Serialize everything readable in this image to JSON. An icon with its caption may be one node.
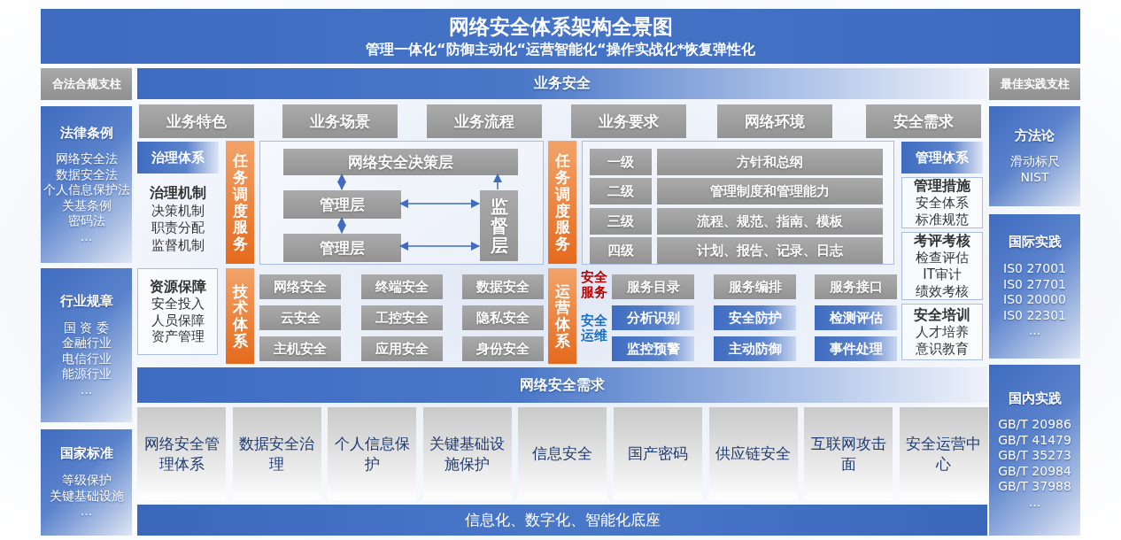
{
  "diagram": {
    "title": "网络安全体系架构全景图",
    "nodes": [
      {
        "text": [
          "合法合规支柱"
        ]
      },
      {
        "text": [
          "法律条例",
          "网络安全法",
          "数据安全法",
          "个人信息保护法",
          "关基条例",
          "密码法",
          "..."
        ]
      },
      {
        "text": [
          "行业规章",
          "国 资 委",
          "金融行业",
          "电信行业",
          "能源行业",
          "..."
        ]
      },
      {
        "text": [
          "国家标准",
          "等级保护",
          "关键基础设施",
          "..."
        ]
      },
      {
        "text": [
          "业务安全"
        ]
      },
      {
        "text": [
          "业务特色"
        ]
      },
      {
        "text": [
          "业务场景"
        ]
      },
      {
        "text": [
          "业务流程"
        ]
      },
      {
        "text": [
          "业务要求"
        ]
      },
      {
        "text": [
          "网络环境"
        ]
      },
      {
        "text": [
          "安全需求"
        ]
      },
      {
        "text": [
          "治理体系"
        ]
      },
      {
        "text": [
          "治理机制",
          "决策机制",
          "职责分配",
          "监督机制"
        ]
      },
      {
        "text": [
          "资源保障",
          "安全投入",
          "人员保障",
          "资产管理"
        ]
      },
      {
        "text": [
          "任务调度服务"
        ]
      },
      {
        "text": [],
        "shape": "box"
      },
      {
        "text": [
          "网络安全决策层"
        ],
        "in": 15
      },
      {
        "text": [
          "管理层"
        ],
        "in": 15
      },
      {
        "text": [
          "管理层"
        ],
        "in": 15
      },
      {
        "text": [
          "监督层"
        ],
        "in": 15
      },
      {
        "text": [
          "技术体系"
        ]
      },
      {
        "text": [
          "网络安全"
        ]
      },
      {
        "text": [
          "终端安全"
        ]
      },
      {
        "text": [
          "数据安全"
        ]
      },
      {
        "text": [
          "云安全"
        ]
      },
      {
        "text": [
          "工控安全"
        ]
      },
      {
        "text": [
          "隐私安全"
        ]
      },
      {
        "text": [
          "主机安全"
        ]
      },
      {
        "text": [
          "应用安全"
        ]
      },
      {
        "text": [
          "身份安全"
        ]
      },
      {
        "text": [
          "任务调度服务"
        ]
      },
      {
        "text": [],
        "shape": "box"
      },
      {
        "text": [
          "一级"
        ],
        "in": 31
      },
      {
        "text": [
          "方针和总纲"
        ],
        "in": 31
      },
      {
        "text": [
          "二级"
        ],
        "in": 31
      },
      {
        "text": [
          "管理制度和管理能力"
        ],
        "in": 31
      },
      {
        "text": [
          "三级"
        ],
        "in": 31
      },
      {
        "text": [
          "流程、规范、指南、模板"
        ],
        "in": 31
      },
      {
        "text": [
          "四级"
        ],
        "in": 31
      },
      {
        "text": [
          "计划、报告、记录、日志"
        ],
        "in": 31
      },
      {
        "text": [
          "运营体系"
        ]
      },
      {
        "text": [
          "服务目录"
        ]
      },
      {
        "text": [
          "服务编排"
        ]
      },
      {
        "text": [
          "服务接口"
        ]
      },
      {
        "text": [
          "分析识别"
        ]
      },
      {
        "text": [
          "安全防护"
        ]
      },
      {
        "text": [
          "检测评估"
        ]
      },
      {
        "text": [
          "监控预警"
        ]
      },
      {
        "text": [
          "主动防御"
        ]
      },
      {
        "text": [
          "事件处理"
        ]
      },
      {
        "text": [
          "管理体系"
        ]
      },
      {
        "text": [
          "管理措施",
          "安全体系",
          "标准规范"
        ]
      },
      {
        "text": [
          "考评考核",
          "检查评估",
          "IT审计",
          "绩效考核"
        ]
      },
      {
        "text": [
          "安全培训",
          "人才培养",
          "意识教育"
        ]
      },
      {
        "text": [
          "网络安全需求"
        ]
      },
      {
        "text": [
          "网络安全管理体系"
        ]
      },
      {
        "text": [
          "数据安全治理"
        ]
      },
      {
        "text": [
          "个人信息保护"
        ]
      },
      {
        "text": [
          "关键基础设施保护"
        ]
      },
      {
        "text": [
          "信息安全"
        ]
      },
      {
        "text": [
          "国产密码"
        ]
      },
      {
        "text": [
          "供应链安全"
        ]
      },
      {
        "text": [
          "互联网攻击面"
        ]
      },
      {
        "text": [
          "安全运营中心"
        ]
      },
      {
        "text": [
          "信息化、数字化、智能化底座"
        ]
      },
      {
        "text": [
          "最佳实践支柱"
        ]
      },
      {
        "text": [
          "方法论",
          "滑动标尺",
          "NIST"
        ]
      },
      {
        "text": [
          "国际实践",
          "IS0 27001",
          "IS0 27701",
          "IS0 20000",
          "IS0 22301",
          "..."
        ]
      },
      {
        "text": [
          "国内实践",
          "GB/T 20986",
          "GB/T 41479",
          "GB/T 35273",
          "GB/T 20984",
          "GB/T 37988",
          "..."
        ]
      }
    ],
    "edges": [
      {
        "from": 16,
        "to": 17,
        "arrow": "both"
      },
      {
        "from": 17,
        "to": 18,
        "arrow": "both"
      },
      {
        "from": 17,
        "to": 19,
        "arrow": "both"
      },
      {
        "from": 18,
        "to": 19,
        "arrow": "both"
      },
      {
        "from": 19,
        "to": 16,
        "arrow": "to"
      }
    ],
    "labels": [
      "管理一体化“防御主动化“运营智能化“操作实战化*恢复弹性化",
      "安全服务",
      "安全运维"
    ]
  }
}
